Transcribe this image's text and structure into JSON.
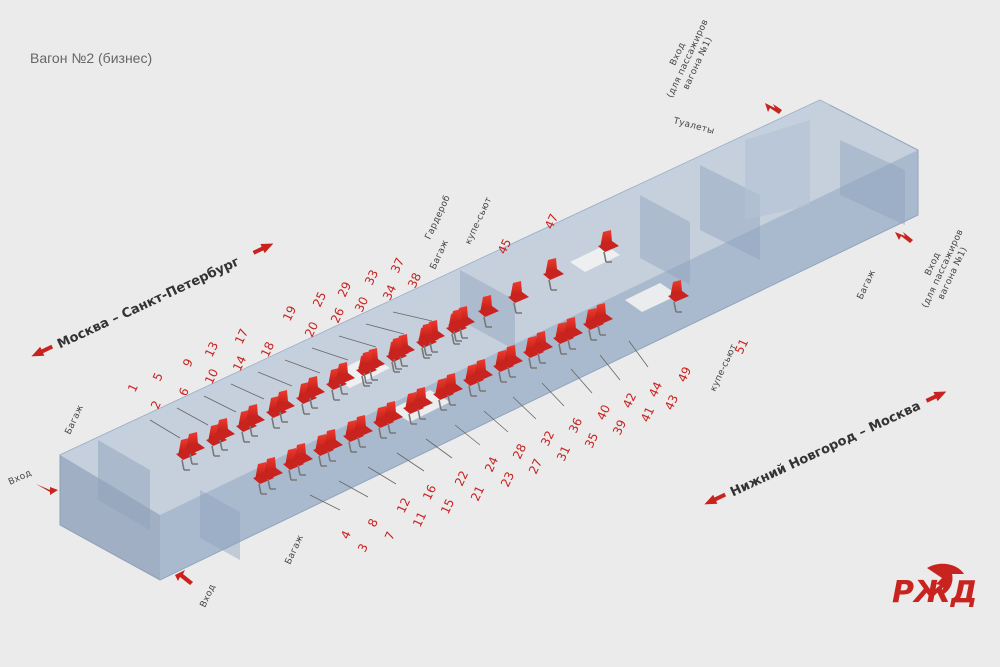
{
  "title": "Вагон №2 (бизнес)",
  "routes": {
    "left": "Москва – Санкт-Петербург",
    "right": "Нижний Новгород – Москва"
  },
  "labels": {
    "entrance": "Вход",
    "baggage": "Багаж",
    "wardrobe": "Гардероб",
    "toilets": "Туалеты",
    "suite": "купе-сьют",
    "entrance_from_car1_line1": "Вход",
    "entrance_from_car1_line2": "(для пассажиров",
    "entrance_from_car1_line3": "вагона №1)"
  },
  "colors": {
    "accent": "#c8231f",
    "seat": "#d8261f",
    "glass": "#9fb3cc"
  },
  "seats": {
    "upper_row_top": [
      "1",
      "5",
      "9",
      "13",
      "17",
      "19",
      "25",
      "29",
      "33",
      "37"
    ],
    "upper_row_bottom": [
      "2",
      "6",
      "10",
      "14",
      "18",
      "20",
      "26",
      "30",
      "34",
      "38"
    ],
    "lower_row_top": [
      "4",
      "8",
      "12",
      "16",
      "22",
      "24",
      "28",
      "32",
      "36",
      "40",
      "42",
      "44"
    ],
    "lower_row_bottom": [
      "3",
      "7",
      "11",
      "15",
      "21",
      "23",
      "27",
      "31",
      "35",
      "39",
      "41",
      "43"
    ],
    "suite_left": [
      "45",
      "47"
    ],
    "suite_right": [
      "49",
      "51"
    ]
  },
  "logo_icon": "rzd-logo-icon"
}
